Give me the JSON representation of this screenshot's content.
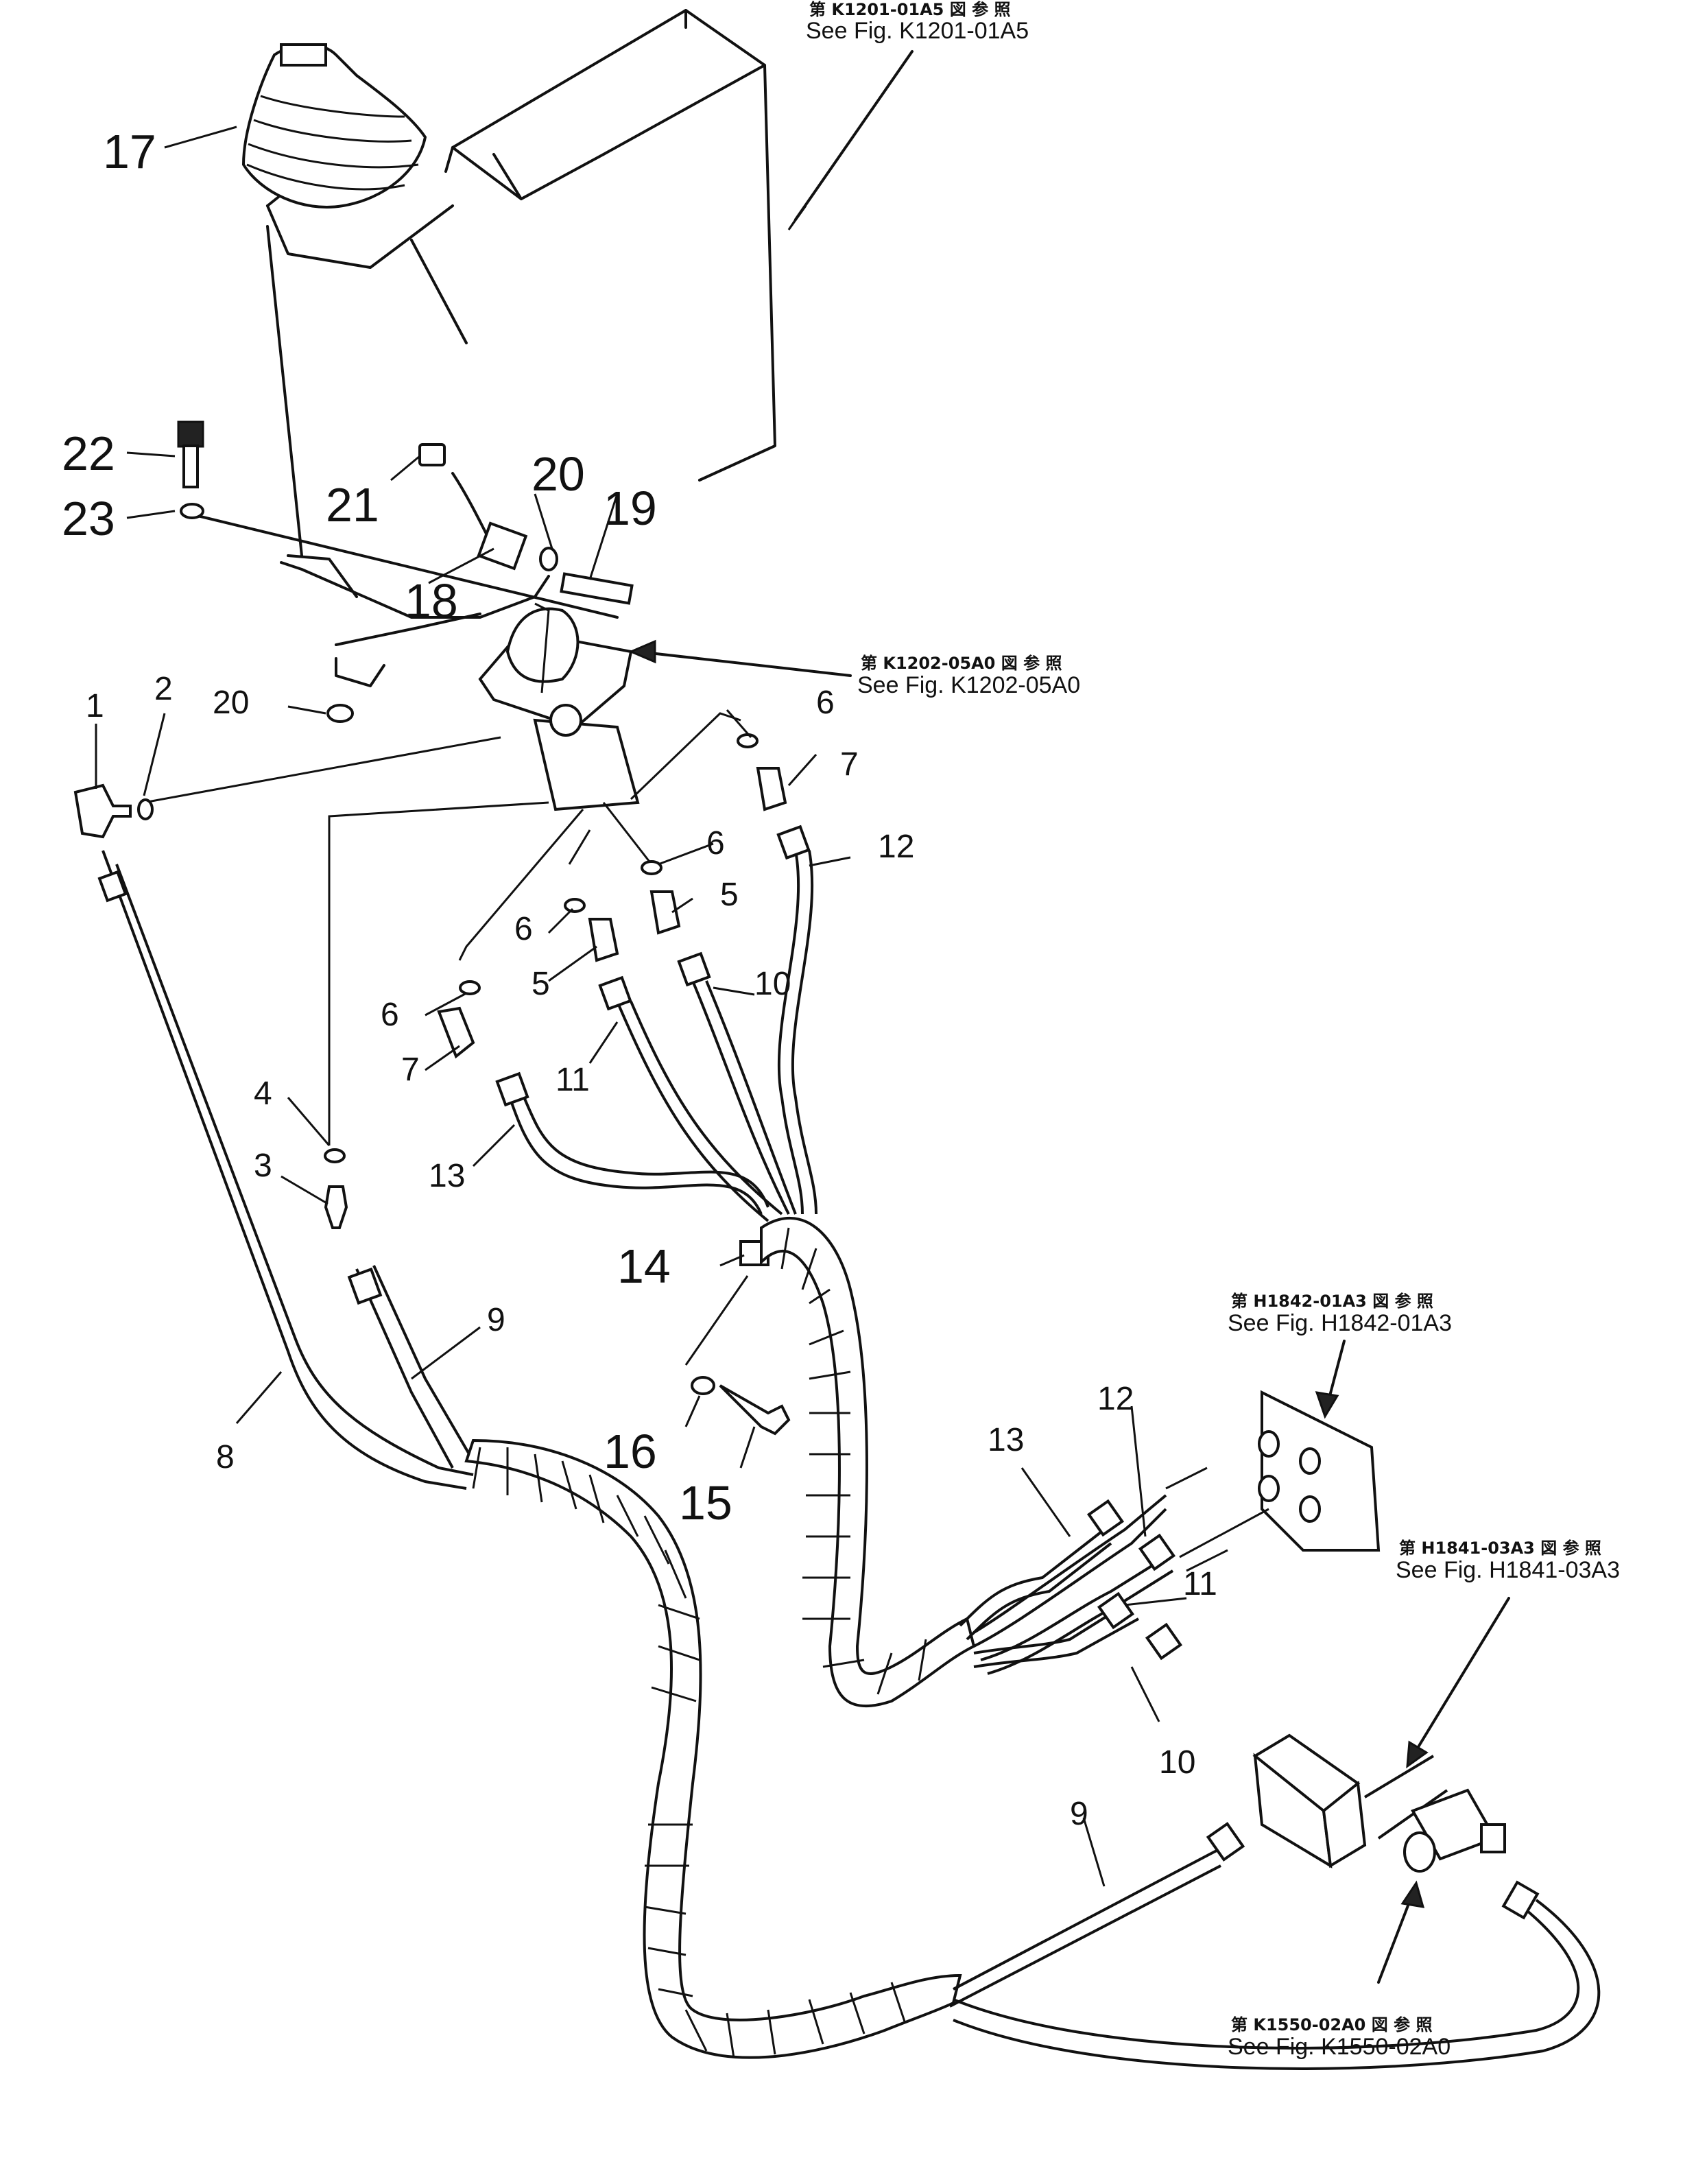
{
  "callouts": {
    "c1": "1",
    "c2": "2",
    "c3": "3",
    "c4": "4",
    "c5a": "5",
    "c5b": "5",
    "c6a": "6",
    "c6b": "6",
    "c6c": "6",
    "c6d": "6",
    "c7a": "7",
    "c7b": "7",
    "c8": "8",
    "c9a": "9",
    "c9b": "9",
    "c10a": "10",
    "c10b": "10",
    "c11a": "11",
    "c11b": "11",
    "c12a": "12",
    "c12b": "12",
    "c13a": "13",
    "c13b": "13",
    "c14": "14",
    "c15": "15",
    "c16": "16",
    "c17": "17",
    "c18": "18",
    "c19": "19",
    "c20a": "20",
    "c20b": "20",
    "c21": "21",
    "c22": "22",
    "c23": "23"
  },
  "references": {
    "k1201": {
      "jp": "第 K1201-01A5 図 参 照",
      "en": "See Fig. K1201-01A5"
    },
    "k1202": {
      "jp": "第 K1202-05A0 図 参 照",
      "en": "See Fig. K1202-05A0"
    },
    "h1842": {
      "jp": "第 H1842-01A3 図 参 照",
      "en": "See Fig. H1842-01A3"
    },
    "h1841": {
      "jp": "第 H1841-03A3 図 参 照",
      "en": "See Fig. H1841-03A3"
    },
    "k1550": {
      "jp": "第 K1550-02A0 図 参 照",
      "en": "See Fig. K1550-02A0"
    }
  }
}
